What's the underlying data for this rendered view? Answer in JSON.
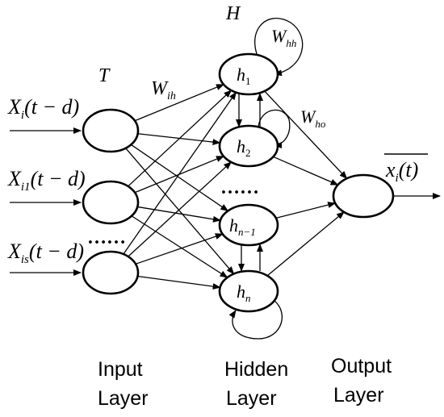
{
  "labels": {
    "hidden_symbol": "H",
    "input_symbol": "T",
    "w_ih": {
      "base": "W",
      "sub": "ih"
    },
    "w_hh": {
      "base": "W",
      "sub": "hh"
    },
    "w_ho": {
      "base": "W",
      "sub": "ho"
    },
    "inputs": [
      {
        "base": "X",
        "sub": "i",
        "arg": "(t − d)"
      },
      {
        "base": "X",
        "sub": "i1",
        "arg": "(t − d)"
      },
      {
        "base": "X",
        "sub": "is",
        "arg": "(t − d)"
      }
    ],
    "input_ellipsis": "……",
    "hidden_ellipsis": "……",
    "hidden_nodes": [
      {
        "base": "h",
        "sub": "1"
      },
      {
        "base": "h",
        "sub": "2"
      },
      {
        "base": "h",
        "sub": "n−1"
      },
      {
        "base": "h",
        "sub": "n"
      }
    ],
    "output": {
      "base": "x",
      "sub": "i",
      "arg": "(t)"
    },
    "layers": {
      "input": [
        "Input",
        "Layer"
      ],
      "hidden": [
        "Hidden",
        "Layer"
      ],
      "output": [
        "Output",
        "Layer"
      ]
    }
  }
}
